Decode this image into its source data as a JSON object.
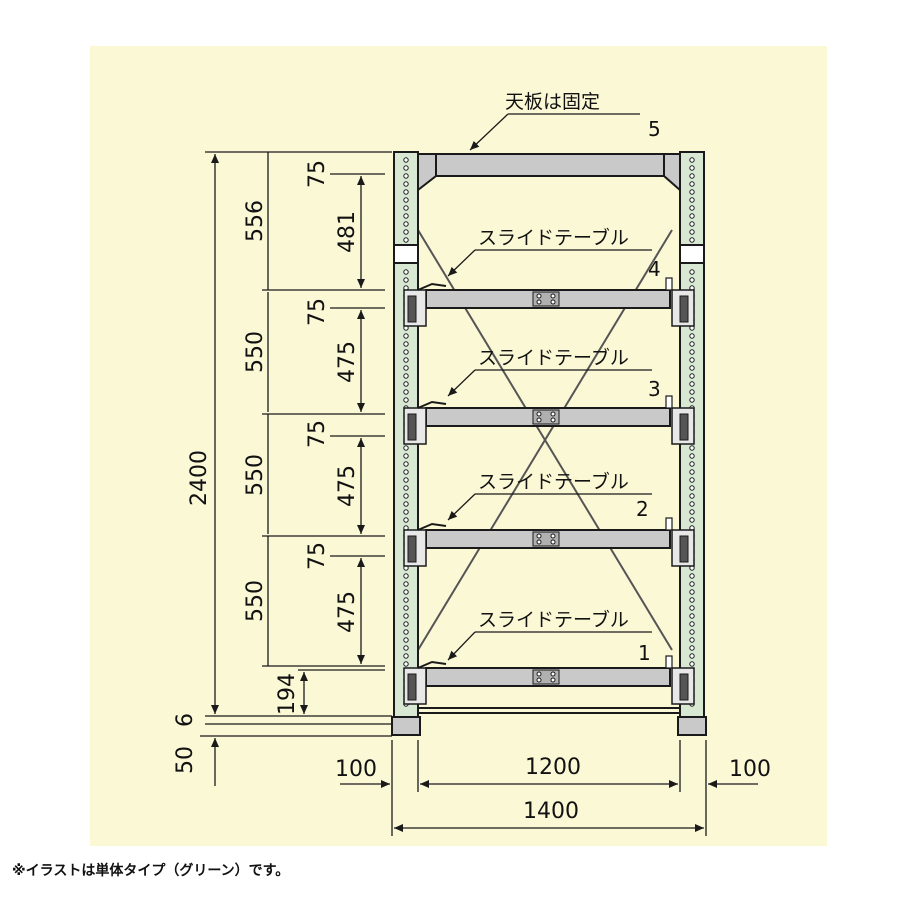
{
  "colors": {
    "panel_bg": "#fbf8d6",
    "upright_fill": "#d9e8d2",
    "beam_fill": "#c9c9c9",
    "line": "#1a1a1a"
  },
  "labels": {
    "top": "天板は固定",
    "slide": "スライドテーブル",
    "levels": [
      "5",
      "4",
      "3",
      "2",
      "1"
    ]
  },
  "dimensions": {
    "total_height": "2400",
    "left_spans": [
      "556",
      "550",
      "550",
      "550"
    ],
    "inner_top": [
      "75",
      "481"
    ],
    "inner_levels": [
      [
        "75",
        "475"
      ],
      [
        "75",
        "475"
      ],
      [
        "75",
        "475"
      ]
    ],
    "bottom_inner": "194",
    "base_6": "6",
    "base_50": "50",
    "width_left": "100",
    "width_mid": "1200",
    "width_right": "100",
    "width_total": "1400"
  },
  "footnote": "※イラストは単体タイプ（グリーン）です。"
}
